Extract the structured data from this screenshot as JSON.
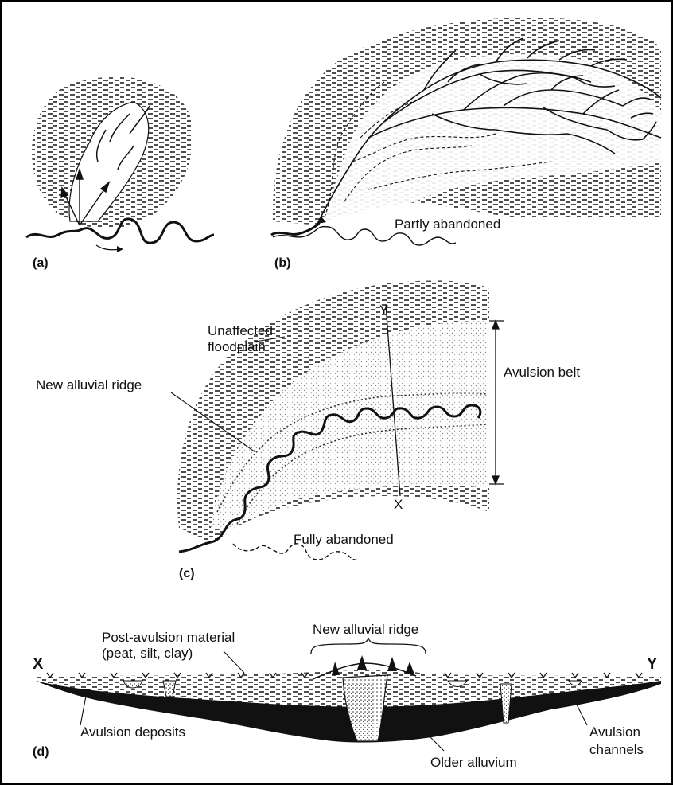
{
  "panels": {
    "a": {
      "label": "(a)"
    },
    "b": {
      "label": "(b)",
      "annotation": "Partly abandoned"
    },
    "c": {
      "label": "(c)",
      "unaffected": [
        "Unaffected",
        "floodplain"
      ],
      "new_ridge": "New alluvial ridge",
      "avulsion_belt": "Avulsion belt",
      "fully_abandoned": "Fully abandoned",
      "point_y": "Y",
      "point_x": "X"
    },
    "d": {
      "label": "(d)",
      "post_avulsion": [
        "Post-avulsion material",
        "(peat, silt, clay)"
      ],
      "new_ridge": "New alluvial ridge",
      "left_end": "X",
      "right_end": "Y",
      "avulsion_deposits": "Avulsion deposits",
      "older_alluvium": "Older alluvium",
      "avulsion_channels": [
        "Avulsion",
        "channels"
      ]
    }
  },
  "colors": {
    "ink": "#111111",
    "background": "#ffffff",
    "stipple": "#cfcfcf"
  }
}
